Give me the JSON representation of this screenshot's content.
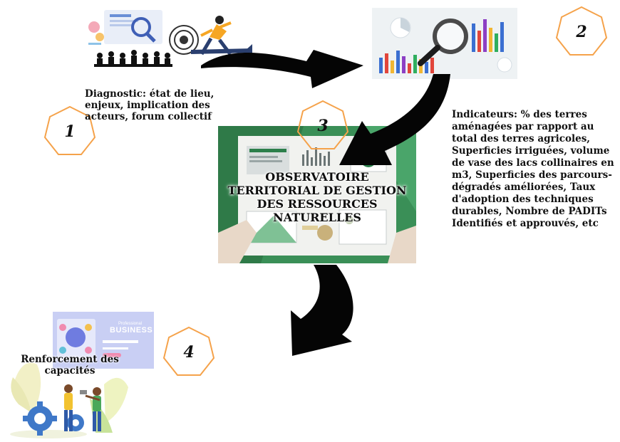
{
  "steps": [
    {
      "number": "1",
      "caption": [
        "Diagnostic: état de lieu,",
        "enjeux, implication des",
        "acteurs, forum collectif"
      ]
    },
    {
      "number": "2",
      "caption": [
        "Indicateurs: % des terres",
        "aménagées par rapport au",
        "total des terres agricoles,",
        "Superficies irriguées, volume",
        "de vase des lacs collinaires en",
        "m3, Superficies des parcours-",
        "dégradés améliorées, Taux",
        "d'adoption des techniques",
        "durables, Nombre de PADITs",
        "Identifiés et approuvés, etc"
      ]
    },
    {
      "number": "3",
      "title": [
        "OBSERVATOIRE",
        "TERRITORIAL DE GESTION",
        "DES RESSOURCES",
        "NATURELLES"
      ]
    },
    {
      "number": "4",
      "caption": [
        "Renforcement des",
        "capacités"
      ]
    }
  ],
  "images": {
    "business_banner_line1": "Professional",
    "business_banner_line2": "BUSINESS"
  },
  "colors": {
    "heptagon_stroke": "#f5a24a",
    "arrow": "#050505",
    "center_bg": "#3a8f57"
  }
}
